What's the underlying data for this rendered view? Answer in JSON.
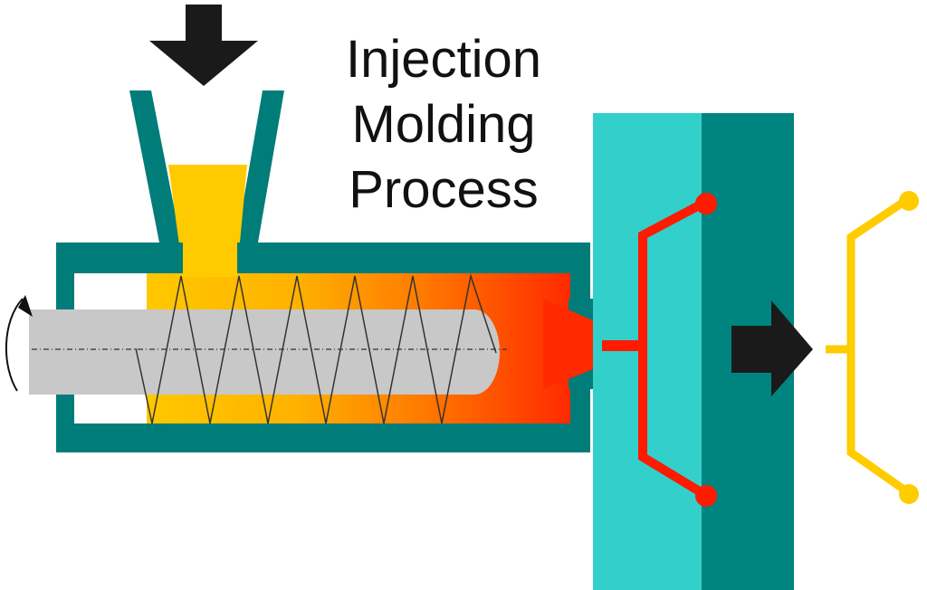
{
  "title": {
    "line1": "Injection",
    "line2": "Molding",
    "line3": "Process"
  },
  "colors": {
    "barrel": "#007c79",
    "mold_light": "#33cfcb",
    "mold_dark": "#008480",
    "pellets": "#ffcb00",
    "melt_hot": "#ff2a00",
    "screw": "#c8c8c8",
    "part_in_mold": "#ff1a00",
    "ejected_part": "#ffcc00",
    "arrows": "#1a1a1a"
  },
  "icons": [
    "down-arrow-icon",
    "right-arrow-icon",
    "rotation-arrow-icon"
  ]
}
